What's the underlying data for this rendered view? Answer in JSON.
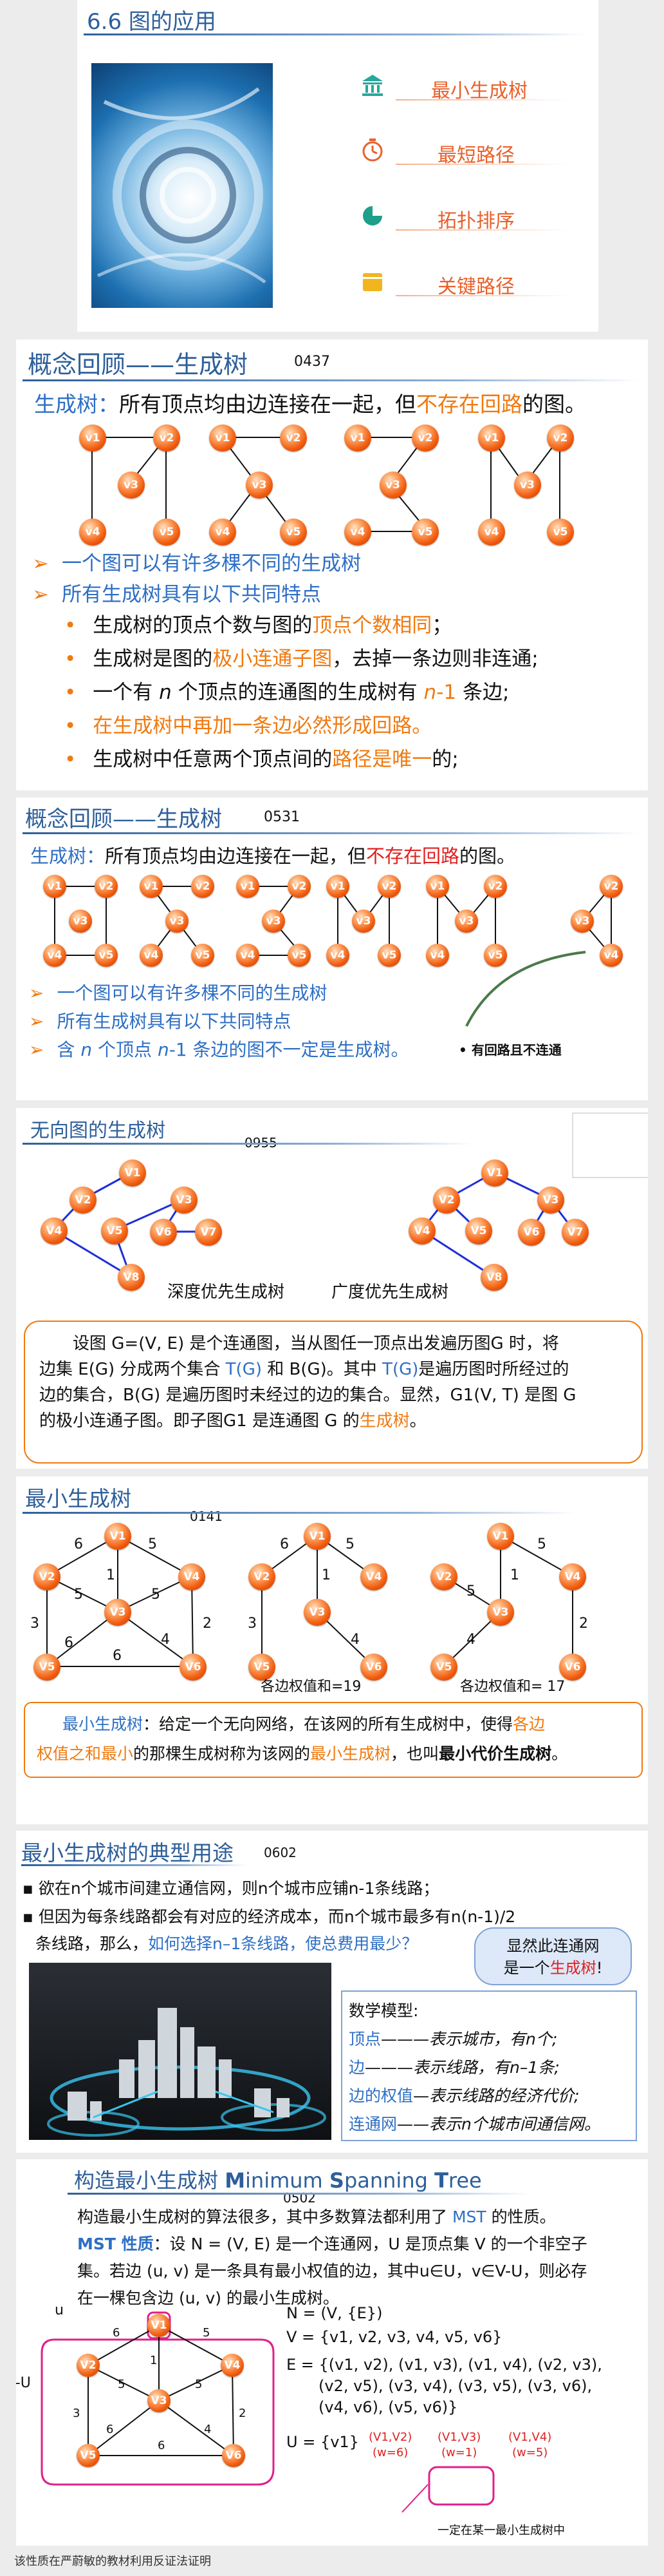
{
  "s1": {
    "title": "6.6 图的应用",
    "menu": [
      {
        "label": "最小生成树",
        "icon": "building-icon",
        "color": "#2aa79b"
      },
      {
        "label": "最短路径",
        "icon": "clock-icon",
        "color": "#e8612c"
      },
      {
        "label": "拓扑排序",
        "icon": "pie-chart-icon",
        "color": "#1f9e8a"
      },
      {
        "label": "关键路径",
        "icon": "card-icon",
        "color": "#f2b51e"
      }
    ]
  },
  "s2": {
    "title": "概念回顾——生成树",
    "code": "0437",
    "def_label": "生成树：",
    "def_a": "所有顶点均由边连接在一起，但",
    "def_hl": "不存在回路",
    "def_b": "的图。",
    "b1": "一个图可以有许多棵不同的生成树",
    "b2": "所有生成树具有以下共同特点",
    "s1a": "生成树的顶点个数与图的",
    "s1h": "顶点个数相同",
    "s1b": "；",
    "s2a": "生成树是图的",
    "s2h": "极小连通子图",
    "s2b": "，去掉一条边则非连通;",
    "s3a": "一个有 ",
    "s3n": "n",
    "s3b": " 个顶点的连通图的生成树有 ",
    "s3h": "n",
    "s3h2": "-1",
    "s3c": " 条边;",
    "s4": "在生成树中再加一条边必然形成回路。",
    "s5a": "生成树中任意两个顶点间的",
    "s5h": "路径是唯一",
    "s5b": "的;",
    "v": [
      "v1",
      "v2",
      "v3",
      "v4",
      "v5"
    ]
  },
  "s3": {
    "title": "概念回顾——生成树",
    "code": "0531",
    "def_label": "生成树：",
    "def_a": "所有顶点均由边连接在一起，但",
    "def_hl": "不存在回路",
    "def_b": "的图。",
    "b1": "一个图可以有许多棵不同的生成树",
    "b2": "所有生成树具有以下共同特点",
    "b3a": "含 ",
    "b3n": "n",
    "b3b": " 个顶点 ",
    "b3n2": "n",
    "b3c": "-1 条边的图不一定是生成树。",
    "note": "有回路且不连通"
  },
  "s4": {
    "title": "无向图的生成树",
    "code": "0955",
    "dfs": "深度优先生成树",
    "bfs": "广度优先生成树",
    "nodes": [
      "V1",
      "V2",
      "V3",
      "V4",
      "V5",
      "V6",
      "V7",
      "V8"
    ],
    "p1": "设图 G=(V, E) 是个连通图，当从图任一顶点出发遍历图G 时，将",
    "p2a": "边集 E(G) 分成两个集合 ",
    "p2b": "T(G)",
    "p2c": " 和 B(G)。其中 ",
    "p2d": "T(G)",
    "p2e": "是遍历图时所经过的",
    "p3": "边的集合，B(G) 是遍历图时未经过的边的集合。显然，G1(V, T) 是图 G",
    "p4a": "的极小连通子图。即子图G1 是连通图 G 的",
    "p4b": "生成树",
    "p4c": "。"
  },
  "s5": {
    "title": "最小生成树",
    "code": "0141",
    "nodes": [
      "V1",
      "V2",
      "V3",
      "V4",
      "V5",
      "V6"
    ],
    "w": [
      "6",
      "5",
      "1",
      "5",
      "3",
      "6",
      "4",
      "2",
      "5",
      "6"
    ],
    "sum1": "各边权值和=19",
    "sum2": "各边权值和= 17",
    "d_label": "最小生成树",
    "d_a": "：给定一个无向网络，在该网的所有生成树中，使得",
    "d_h": "各边",
    "d_h2": "权值之和最小",
    "d_b": "的那棵生成树称为该网的",
    "d_h3": "最小生成树",
    "d_c": "，也叫",
    "d_bold": "最小代价生成树",
    "d_end": "。"
  },
  "s6": {
    "title": "最小生成树的典型用途",
    "code": "0602",
    "l1": "欲在n个城市间建立通信网，则n个城市应铺n-1条线路；",
    "l2": "但因为每条线路都会有对应的经济成本，而n个城市最多有n(n-1)/2",
    "l3a": "条线路，那么，",
    "l3h": "如何选择n–1条线路，使总费用最少？",
    "bubble1": "显然此连通网",
    "bubble2a": "是一个",
    "bubble2h": "生成树",
    "bubble2b": "!",
    "model": "数学模型:",
    "m1a": "顶点",
    "m1b": "———表示城市，有n个;",
    "m2a": "边",
    "m2b": "———表示线路，有n–1条;",
    "m3a": "边的权值",
    "m3b": "—表示线路的经济代价;",
    "m4a": "连通网",
    "m4b": "——表示n个城市间通信网。"
  },
  "s7": {
    "title_a": "构造最小生成树 ",
    "title_M": "M",
    "title_b": "inimum ",
    "title_S": "S",
    "title_c": "panning ",
    "title_T": "T",
    "title_d": "ree",
    "code": "0502",
    "p1a": "构造最小生成树的算法很多，其中多数算法都利用了 ",
    "p1h": "MST",
    "p1b": " 的性质。",
    "p2a": "MST 性质",
    "p2b": "：设 N = (V, E) 是一个连通网，U 是顶点集 V 的一个非空子",
    "p3": "集。若边 (u, v) 是一条具有最小权值的边，其中u∈U，v∈V-U，则必存",
    "p4": "在一棵包含边 (u, v) 的最小生成树。",
    "u": "u",
    "vu": "V-U",
    "N": "N = (V, {E})",
    "V": "V = {v1, v2, v3, v4, v5, v6}",
    "E1": "E = {(v1, v2), (v1, v3), (v1, v4), (v2, v3),",
    "E2": "(v2, v5), (v3, v4), (v3, v5), (v3, v6),",
    "E3": "(v4, v6), (v5, v6)}",
    "U": "U = {v1}",
    "c1": "(V1,V2)",
    "c1w": "(w=6)",
    "c2": "(V1,V3)",
    "c2w": "(w=1)",
    "c3": "(V1,V4)",
    "c3w": "(w=5)",
    "bottom": "一定在某一最小生成树中",
    "nodes": [
      "V1",
      "V2",
      "V3",
      "V4",
      "V5",
      "V6"
    ]
  },
  "footer": "该性质在严蔚敏的教材利用反证法证明"
}
